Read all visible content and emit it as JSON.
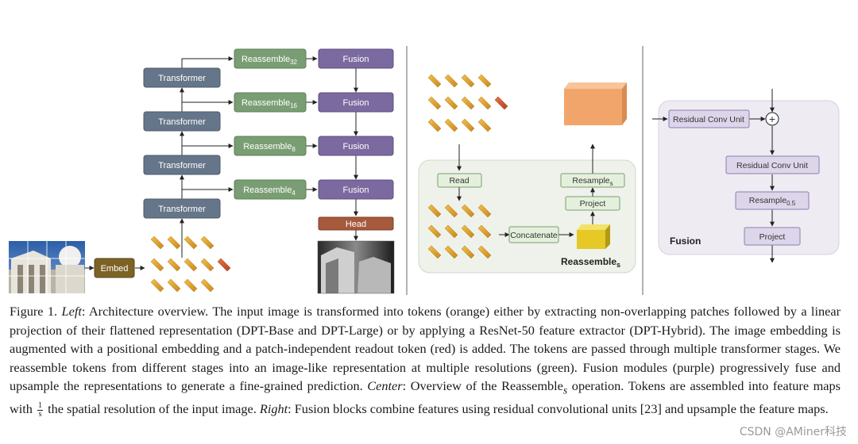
{
  "left": {
    "transformers": [
      "Transformer",
      "Transformer",
      "Transformer",
      "Transformer"
    ],
    "reassemble_base": "Reassemble",
    "reassemble_subs": [
      "32",
      "16",
      "8",
      "4"
    ],
    "fusion": [
      "Fusion",
      "Fusion",
      "Fusion",
      "Fusion"
    ],
    "head": "Head",
    "embed": "Embed"
  },
  "center": {
    "read": "Read",
    "concatenate": "Concatenate",
    "project": "Project",
    "resample_base": "Resample",
    "resample_sub": "s",
    "title_base": "Reassemble",
    "title_sub": "s"
  },
  "right": {
    "residual_top": "Residual Conv Unit",
    "plus": "+",
    "residual_mid": "Residual Conv Unit",
    "resample_base": "Resample",
    "resample_sub": "0.5",
    "project": "Project",
    "title": "Fusion"
  },
  "caption": {
    "fig": "Figure 1.",
    "left_label": "Left",
    "p1": ": Architecture overview. The input image is transformed into tokens (orange) either by extracting non-overlapping patches followed by a linear projection of their flattened representation (DPT-Base and DPT-Large) or by applying a ResNet-50 feature extractor (DPT-Hybrid). The image embedding is augmented with a positional embedding and a patch-independent readout token (red) is added. The tokens are passed through multiple transformer stages. We reassemble tokens from different stages into an image-like representation at multiple resolutions (green). Fusion modules (purple) progressively fuse and upsample the representations to generate a fine-grained prediction. ",
    "center_label": "Center",
    "p2a": ": Overview of the Reassemble",
    "p2_sub": "s",
    "p2b": " operation. Tokens are assembled into feature maps with ",
    "frac_num": "1",
    "frac_den": "s",
    "p2c": " the spatial resolution of the input image. ",
    "right_label": "Right",
    "p3": ": Fusion blocks combine features using residual convolutional units [23] and upsample the feature maps."
  },
  "watermark": "CSDN @AMiner科技",
  "colors": {
    "transformer": "#66768a",
    "reassemble": "#7a9e73",
    "fusion": "#7b6aa0",
    "head": "#a55a3c",
    "embed": "#7d6226",
    "token": "#e0a62a",
    "readout": "#d2562e"
  }
}
